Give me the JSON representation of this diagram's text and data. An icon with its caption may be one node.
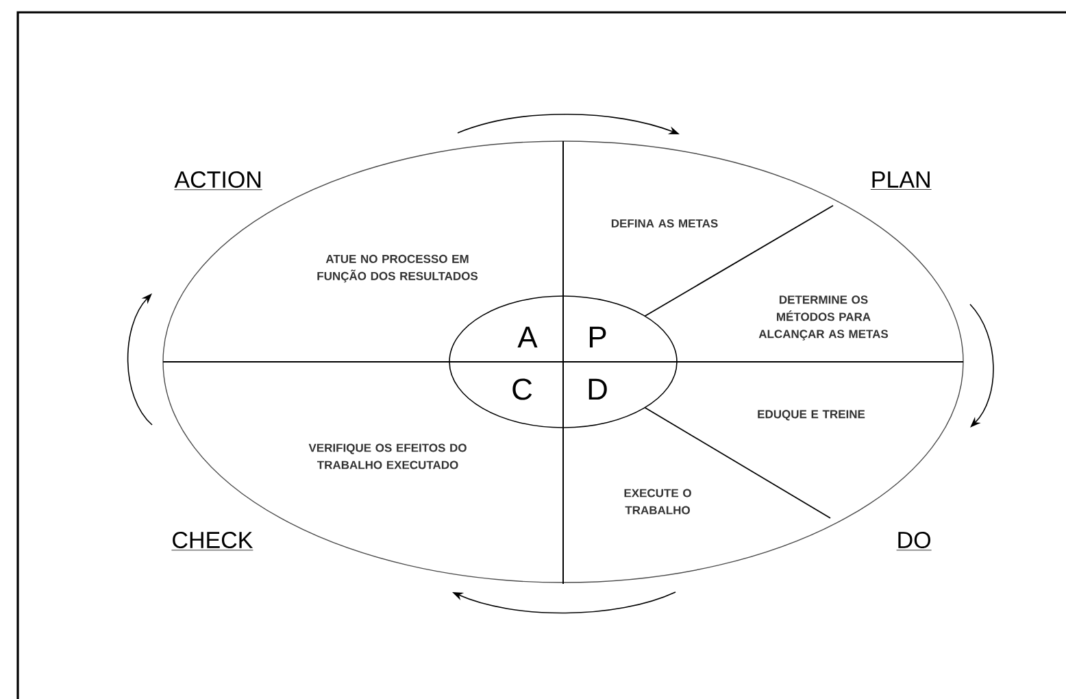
{
  "diagram": {
    "nodes": [
      {
        "text": [
          "ATUE NO PROCESSO EM FUNÇÃO DOS RESULTADOS"
        ]
      },
      {
        "text": [
          "DEFINA AS METAS"
        ]
      },
      {
        "text": [
          "DETERMINE OS MÉTODOS PARA ALCANÇAR AS METAS"
        ]
      },
      {
        "text": [
          "VERIFIQUE OS EFEITOS DO TRABALHO EXECUTADO"
        ]
      },
      {
        "text": [
          "EXECUTE O TRABALHO"
        ]
      },
      {
        "text": [
          "EDUQUE E TREINE"
        ]
      },
      {
        "text": [
          "A",
          "P",
          "C",
          "D"
        ]
      }
    ],
    "edges": [],
    "labels": [
      "ACTION",
      "PLAN",
      "CHECK",
      "DO"
    ]
  }
}
